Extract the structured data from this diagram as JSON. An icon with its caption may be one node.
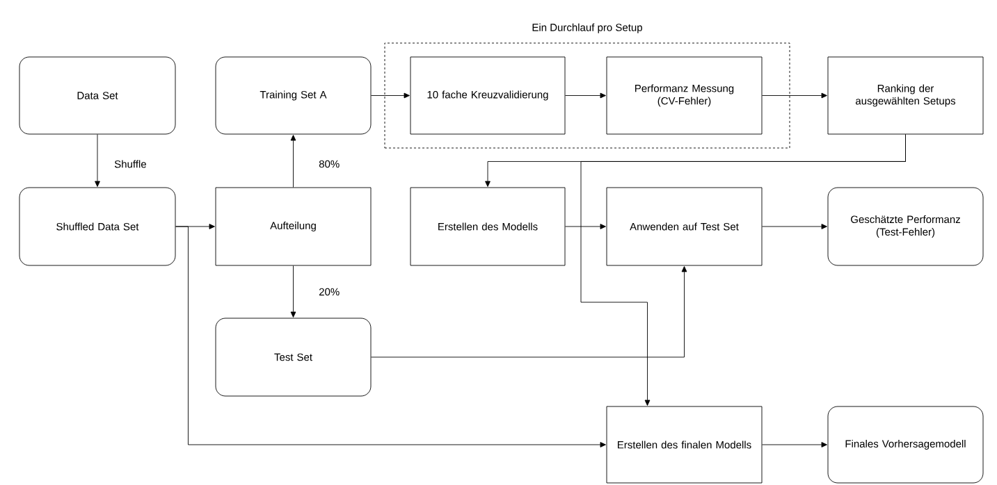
{
  "diagram": {
    "nodes": [
      {
        "text": [
          "Data Set"
        ]
      },
      {
        "text": [
          "Training Set A"
        ]
      },
      {
        "text": [
          "Ein Durchlauf pro Setup"
        ]
      },
      {
        "text": [
          "10 fache Kreuzvalidierung"
        ],
        "in": 2
      },
      {
        "text": [
          "Performanz Messung (CV-Fehler)"
        ],
        "in": 2
      },
      {
        "text": [
          "Ranking der ausgewählten Setups"
        ]
      },
      {
        "text": [
          "Shuffled Data Set"
        ]
      },
      {
        "text": [
          "Aufteilung"
        ]
      },
      {
        "text": [
          "Erstellen des Modells"
        ]
      },
      {
        "text": [
          "Anwenden auf Test Set"
        ]
      },
      {
        "text": [
          "Geschätzte Performanz (Test-Fehler)"
        ]
      },
      {
        "text": [
          "Test Set"
        ]
      },
      {
        "text": [
          "Erstellen des finalen Modells"
        ]
      },
      {
        "text": [
          "Finales Vorhersagemodell"
        ]
      }
    ],
    "edges": [
      {
        "from": 0,
        "to": 6,
        "arrow": "to",
        "label": "Shuffle"
      },
      {
        "from": 6,
        "to": 7,
        "arrow": "to"
      },
      {
        "from": 6,
        "to": 12,
        "arrow": "to"
      },
      {
        "from": 7,
        "to": 1,
        "arrow": "to",
        "label": "80%"
      },
      {
        "from": 7,
        "to": 11,
        "arrow": "to",
        "label": "20%"
      },
      {
        "from": 1,
        "to": 3,
        "arrow": "to"
      },
      {
        "from": 3,
        "to": 4,
        "arrow": "to"
      },
      {
        "from": 4,
        "to": 5,
        "arrow": "to"
      },
      {
        "from": 5,
        "to": 8,
        "arrow": "to"
      },
      {
        "from": 5,
        "to": 12,
        "arrow": "to"
      },
      {
        "from": 8,
        "to": 9,
        "arrow": "to"
      },
      {
        "from": 11,
        "to": 9,
        "arrow": "to"
      },
      {
        "from": 9,
        "to": 10,
        "arrow": "to"
      },
      {
        "from": 12,
        "to": 13,
        "arrow": "to"
      }
    ]
  }
}
